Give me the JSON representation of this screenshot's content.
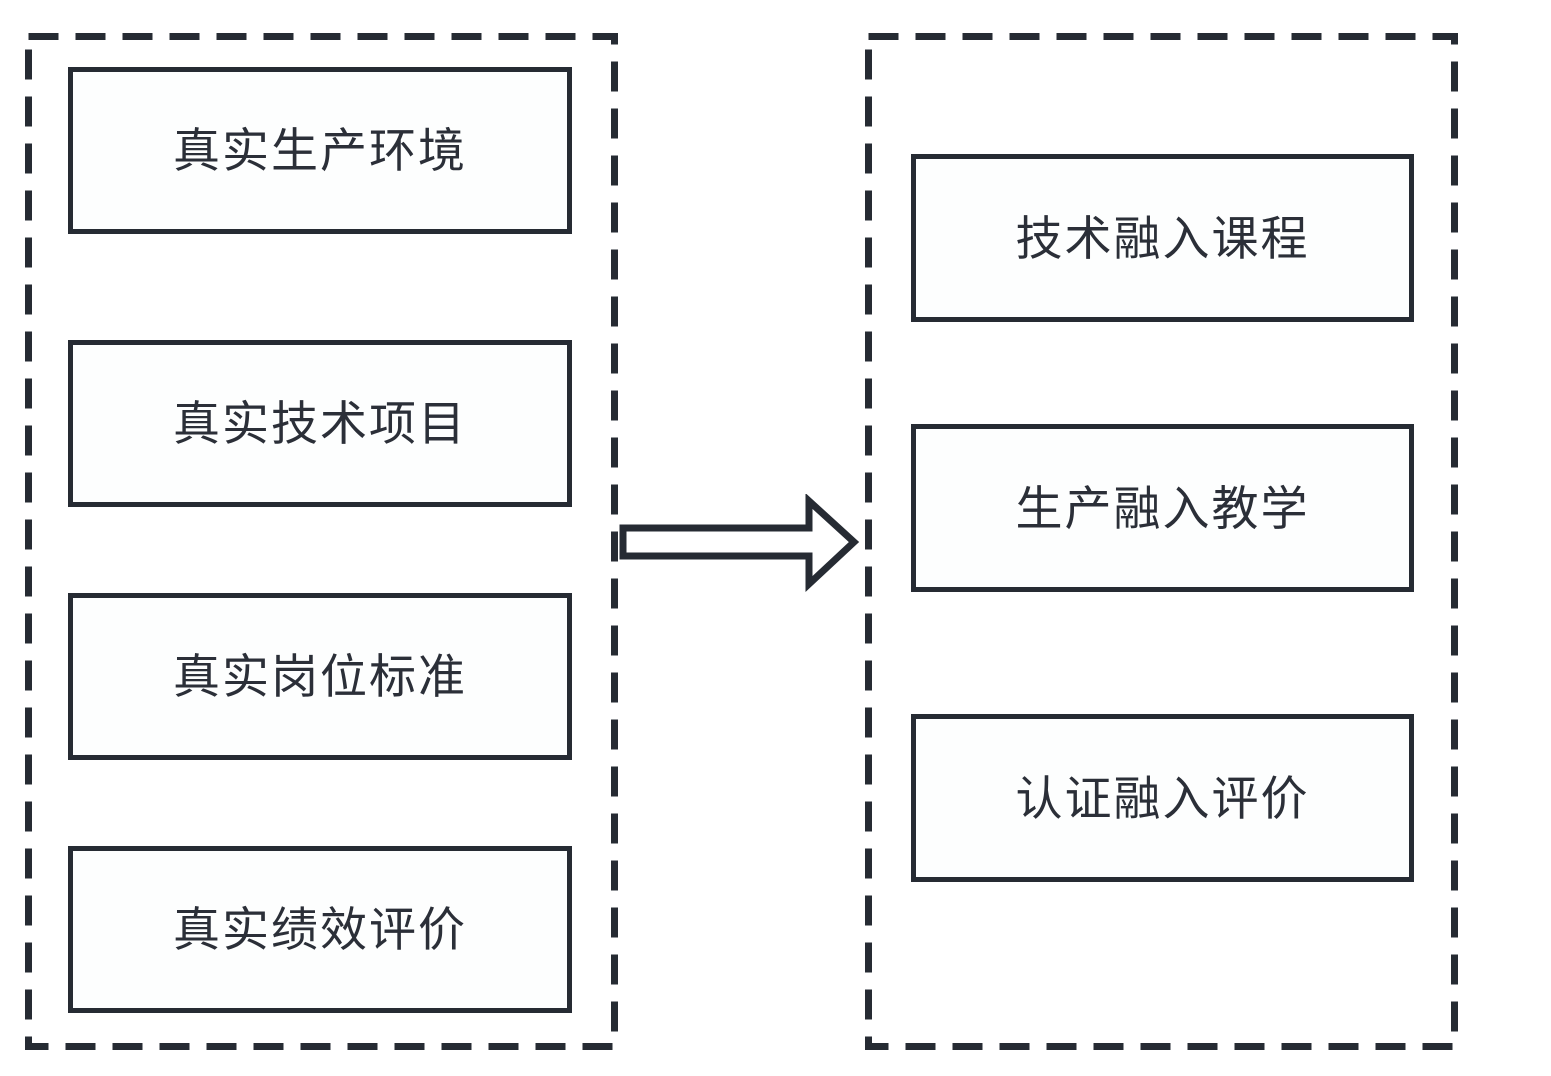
{
  "diagram": {
    "title": "production-to-teaching mapping diagram",
    "colors": {
      "line": "#262b33",
      "text": "#2b2f38",
      "background": "#ffffff"
    },
    "left_panel": {
      "boxes": [
        {
          "label": "真实生产环境"
        },
        {
          "label": "真实技术项目"
        },
        {
          "label": "真实岗位标准"
        },
        {
          "label": "真实绩效评价"
        }
      ]
    },
    "right_panel": {
      "boxes": [
        {
          "label": "技术融入课程"
        },
        {
          "label": "生产融入教学"
        },
        {
          "label": "认证融入评价"
        }
      ]
    },
    "arrow": {
      "direction": "right"
    }
  }
}
